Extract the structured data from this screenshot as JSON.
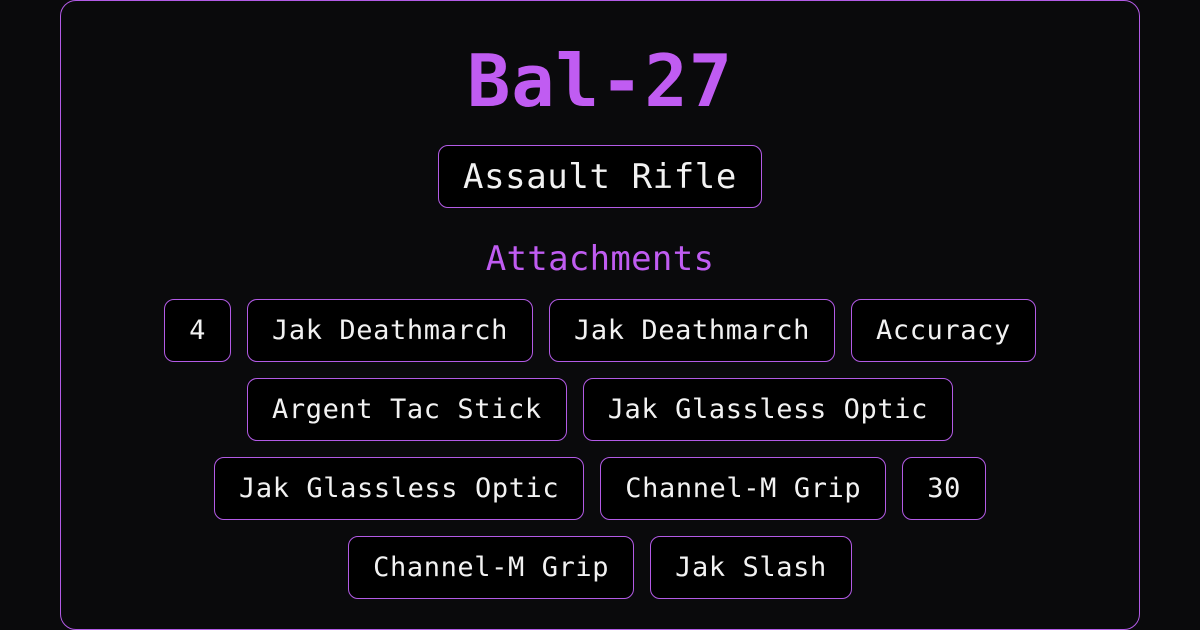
{
  "weapon": {
    "name": "Bal-27",
    "type": "Assault Rifle"
  },
  "attachments": {
    "heading": "Attachments",
    "rows": [
      [
        "4",
        "Jak Deathmarch",
        "Jak Deathmarch",
        "Accuracy"
      ],
      [
        "Argent Tac Stick",
        "Jak Glassless Optic"
      ],
      [
        "Jak Glassless Optic",
        "Channel-M Grip",
        "30"
      ],
      [
        "Channel-M Grip",
        "Jak Slash"
      ]
    ]
  },
  "colors": {
    "accent": "#c05cf2",
    "border": "#b35be6",
    "background": "#0a0a0c",
    "chip_background": "#000000",
    "text": "#f2f2f2"
  }
}
